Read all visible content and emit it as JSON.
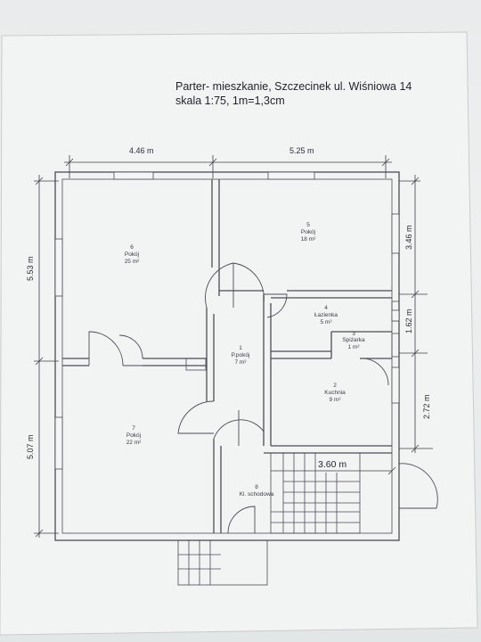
{
  "title": {
    "line1": "Parter- mieszkanie, Szczecinek ul. Wiśniowa 14",
    "line2": "skala 1:75, 1m=1,3cm"
  },
  "dimensions": {
    "top_left": "4.46 m",
    "top_right": "5.25 m",
    "left_upper": "5.53 m",
    "left_lower": "5.07 m",
    "right_upper": "3.46 m",
    "right_middle": "1.62 m",
    "right_lower": "2.72 m",
    "stair_width": "3.60 m"
  },
  "rooms": [
    {
      "id": "room-6",
      "number": "6",
      "name": "Pokój",
      "area": "25 m²"
    },
    {
      "id": "room-5",
      "number": "5",
      "name": "Pokój",
      "area": "18 m²"
    },
    {
      "id": "room-4",
      "number": "4",
      "name": "Łazienka",
      "area": "5 m²"
    },
    {
      "id": "room-3",
      "number": "3",
      "name": "Spiżarka",
      "area": "1 m²"
    },
    {
      "id": "room-1",
      "number": "1",
      "name": "P.pokój",
      "area": "7 m²"
    },
    {
      "id": "room-2",
      "number": "2",
      "name": "Kuchnia",
      "area": "9 m²"
    },
    {
      "id": "room-7",
      "number": "7",
      "name": "Pokój",
      "area": "22 m²"
    },
    {
      "id": "room-8",
      "number": "8",
      "name": "Kl. schodowa",
      "area": ""
    }
  ]
}
